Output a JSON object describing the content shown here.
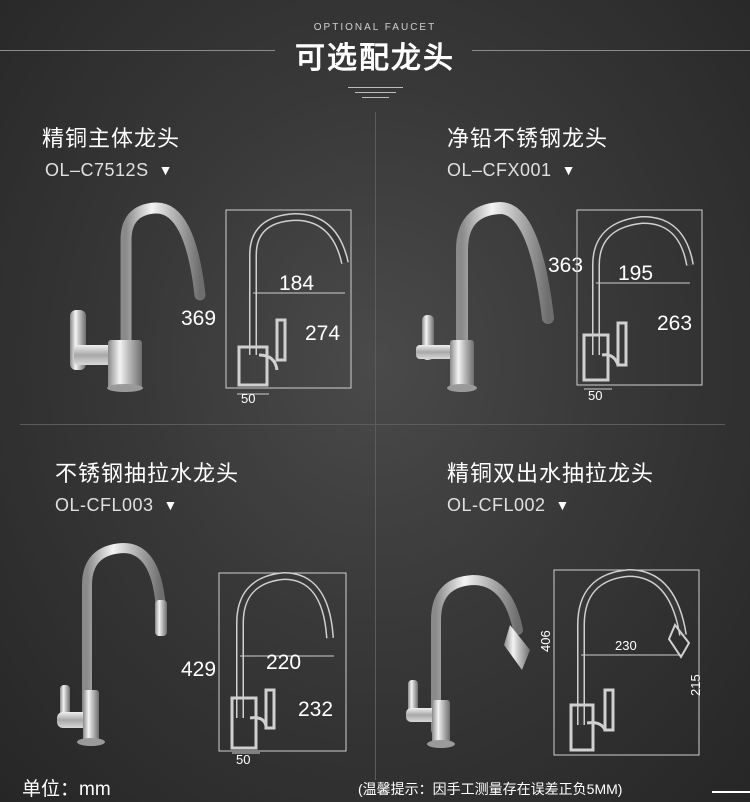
{
  "header": {
    "eyebrow": "OPTIONAL FAUCET",
    "title": "可选配龙头"
  },
  "products": [
    {
      "name": "精铜主体龙头",
      "model": "OL–C7512S",
      "height": "369",
      "reach": "184",
      "body": "274",
      "base": "50"
    },
    {
      "name": "净铅不锈钢龙头",
      "model": "OL–CFX001",
      "height": "363",
      "reach": "195",
      "body": "263",
      "base": "50"
    },
    {
      "name": "不锈钢抽拉水龙头",
      "model": "OL-CFL003",
      "height": "429",
      "reach": "220",
      "body": "232",
      "base": "50"
    },
    {
      "name": "精铜双出水抽拉龙头",
      "model": "OL-CFL002",
      "height": "406",
      "reach": "230",
      "body": "215"
    }
  ],
  "footer": {
    "unit": "单位：mm",
    "note": "(温馨提示：因手工测量存在误差正负5MM)"
  },
  "icons": {
    "dropdown": "triangle-down-icon"
  },
  "colors": {
    "accent": "#ffffff",
    "chrome": "#d9d9d9"
  }
}
